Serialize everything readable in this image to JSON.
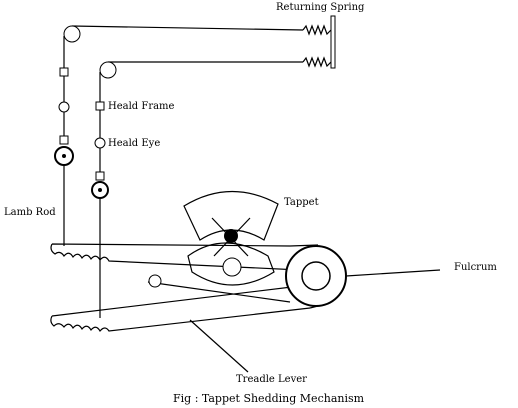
{
  "labels": {
    "returning_spring": "Returning Spring",
    "heald_frame": "Heald Frame",
    "heald_eye": "Heald Eye",
    "lamb_rod": "Lamb Rod",
    "tappet": "Tappet",
    "fulcrum": "Fulcrum",
    "treadle_lever": "Treadle Lever"
  },
  "caption": "Fig : Tappet Shedding Mechanism",
  "colors": {
    "ink": "#000000",
    "background": "#ffffff"
  }
}
